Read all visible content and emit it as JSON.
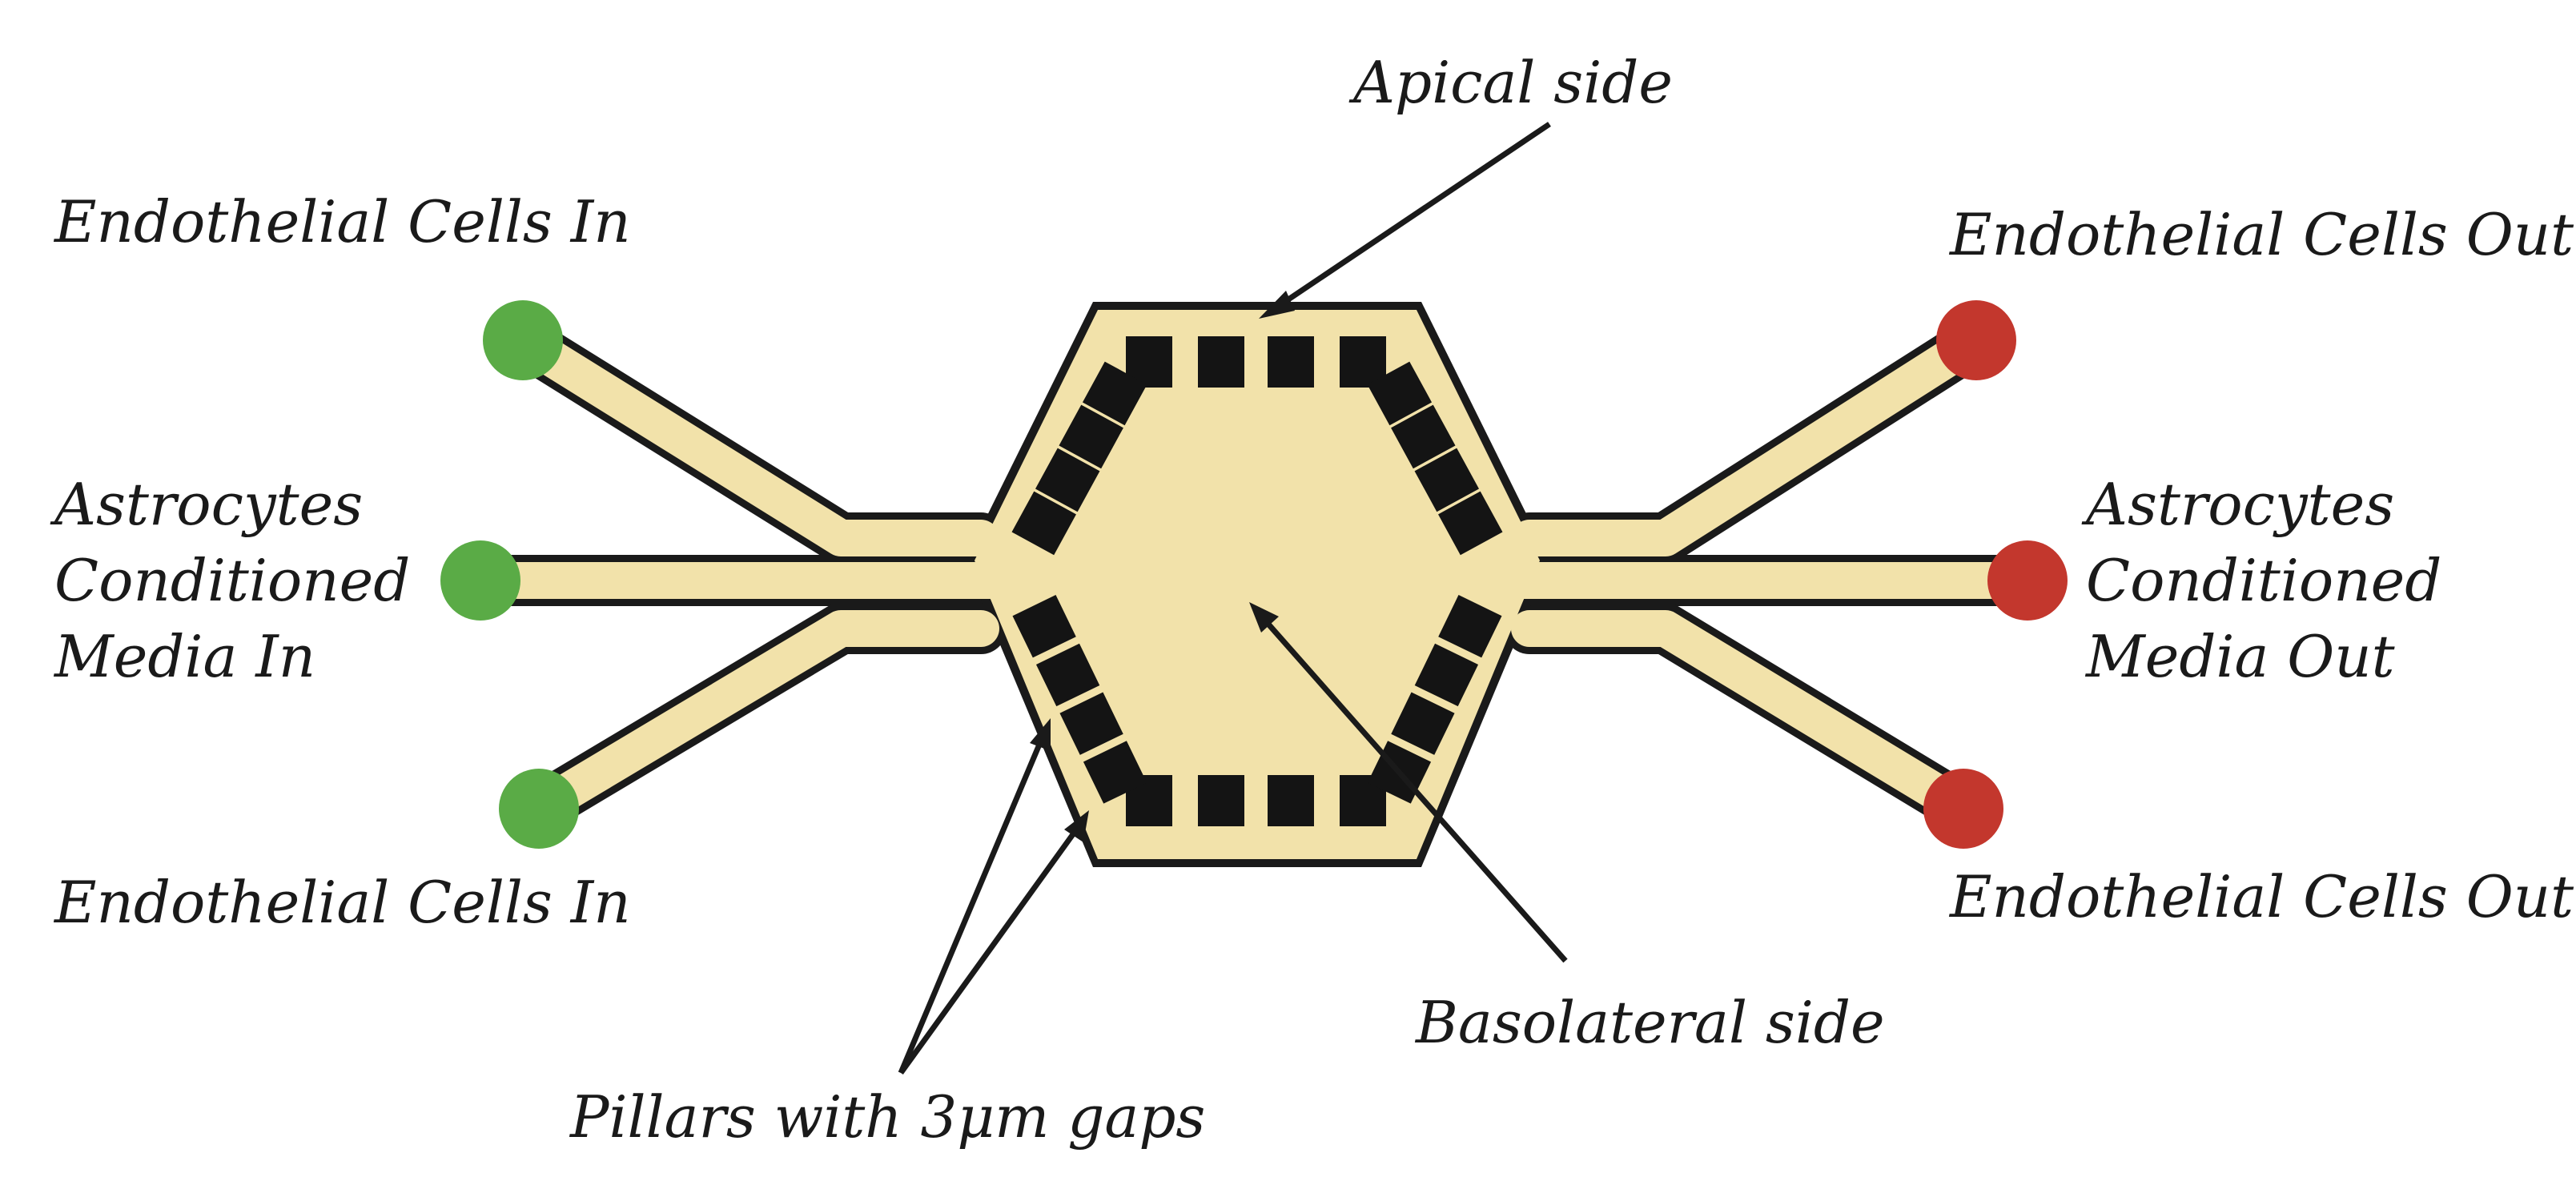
{
  "labels": {
    "apical": "Apical side",
    "basolateral": "Basolateral side",
    "pillars": "Pillars with 3μm gaps",
    "ec_in_top": "Endothelial Cells In",
    "ec_in_bottom": "Endothelial Cells In",
    "ec_out_top": "Endothelial Cells Out",
    "ec_out_bottom": "Endothelial Cells Out",
    "acm_in": [
      "Astrocytes",
      "Conditioned",
      "Media In"
    ],
    "acm_out": [
      "Astrocytes",
      "Conditioned",
      "Media Out"
    ]
  },
  "colors": {
    "channel_fill": "#f2e2aa",
    "outline": "#1a1a1a",
    "pillar": "#141414",
    "inlet": "#5aab46",
    "outlet": "#c3372d",
    "label": "#1a1a1a"
  },
  "pillars": {
    "count": 24,
    "top_edge": 4,
    "bottom_edge": 4,
    "diagonal_edges": 4,
    "per_diagonal_edge": 4
  }
}
